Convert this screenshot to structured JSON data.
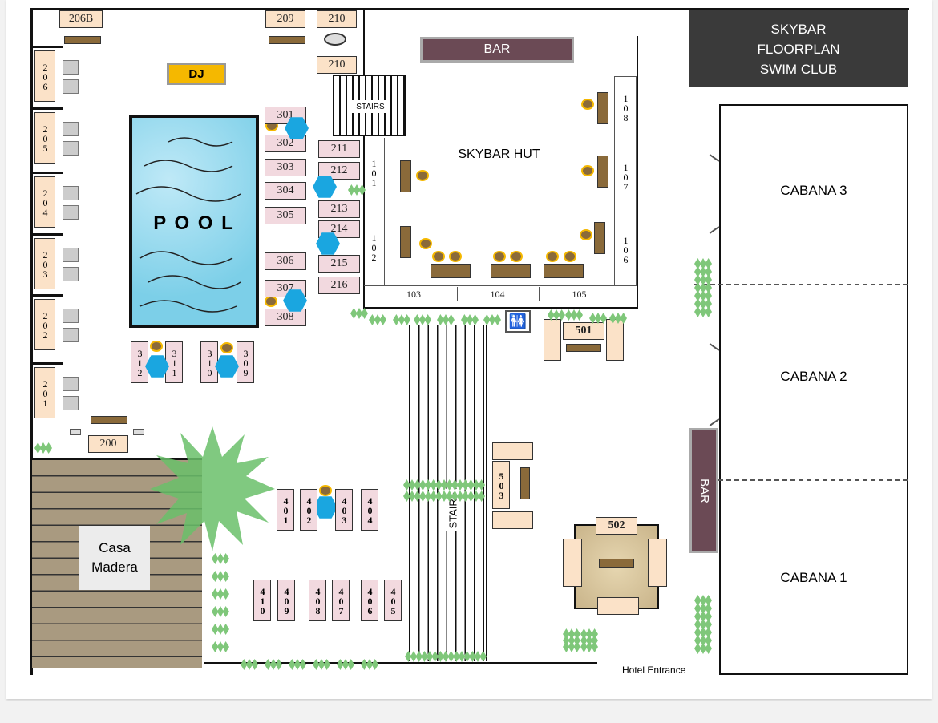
{
  "title": {
    "line1": "SKYBAR",
    "line2": "FLOORPLAN",
    "line3": "SWIM CLUB"
  },
  "labels": {
    "bar_top": "BAR",
    "bar_side": "BAR",
    "dj": "DJ",
    "pool": "P O O L",
    "skybar_hut": "SKYBAR HUT",
    "stairs_top": "STAIRS",
    "stairs_walkway": "STAIRS",
    "casa_line1": "Casa",
    "casa_line2": "Madera",
    "cabana3": "CABANA 3",
    "cabana2": "CABANA 2",
    "cabana1": "CABANA 1",
    "hotel_entrance": "Hotel Entrance",
    "restroom": "🚻"
  },
  "left_beds": [
    "206",
    "205",
    "204",
    "203",
    "202",
    "201"
  ],
  "top_rooms": {
    "r206b": "206B",
    "r209": "209",
    "r210a": "210",
    "r210b": "210",
    "r200": "200"
  },
  "pool_side": [
    "301",
    "302",
    "303",
    "304",
    "305",
    "306",
    "307",
    "308"
  ],
  "pool_pairs": [
    "312",
    "311",
    "310",
    "309"
  ],
  "mid_col": [
    "211",
    "212",
    "213",
    "214",
    "215",
    "216"
  ],
  "hut_left": [
    "101",
    "102"
  ],
  "hut_right": [
    "108",
    "107",
    "106"
  ],
  "hut_bottom": [
    "103",
    "104",
    "105"
  ],
  "row400_top": [
    "401",
    "402",
    "403",
    "404"
  ],
  "row400_bottom": [
    "410",
    "409",
    "408",
    "407",
    "406",
    "405"
  ],
  "r501": "501",
  "r502": "502",
  "r503": "503",
  "colors": {
    "bar": "#6b4a55",
    "title_bg": "#3a3a3a",
    "dj": "#f5b800",
    "pool_edge": "#111",
    "hex": "#1aa6e0",
    "plant": "#7fc77a",
    "deck": "#a99a80",
    "tree": "#6abf6a"
  }
}
